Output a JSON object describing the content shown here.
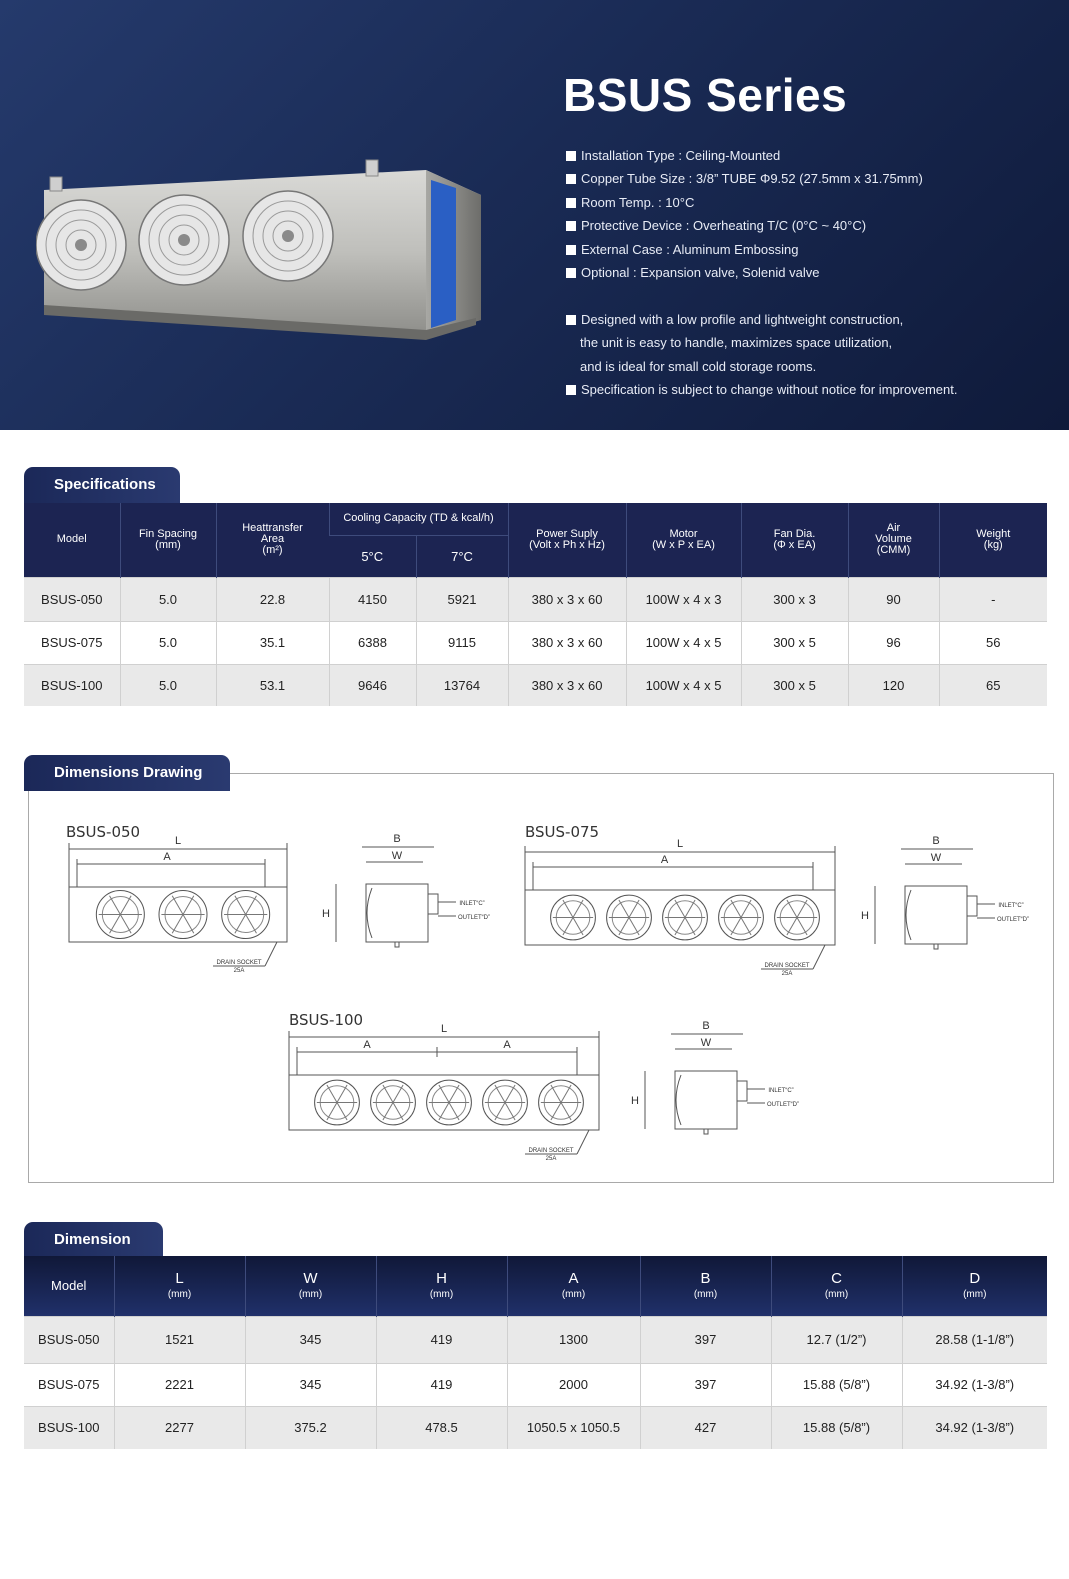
{
  "hero": {
    "title": "BSUS Series",
    "features": [
      "Installation Type : Ceiling-Mounted",
      "Copper Tube Size : 3/8” TUBE Φ9.52 (27.5mm x 31.75mm)",
      "Room Temp. : 10°C",
      "Protective Device : Overheating T/C (0°C ~ 40°C)",
      "External Case : Aluminum Embossing",
      "Optional : Expansion valve, Solenid valve"
    ],
    "notes": [
      "Designed with a low profile and lightweight construction,",
      "the unit is easy to handle, maximizes space utilization,",
      "and is ideal for small cold storage rooms.",
      "Specification is subject to change without notice for improvement."
    ]
  },
  "specifications": {
    "tab": "Specifications",
    "headers": {
      "model": "Model",
      "fin": [
        "Fin Spacing",
        "(mm)"
      ],
      "heat": [
        "Heattransfer",
        "Area",
        "(m²)"
      ],
      "cooling": "Cooling Capacity (TD & kcal/h)",
      "c5": "5°C",
      "c7": "7°C",
      "power": [
        "Power Suply",
        "(Volt x Ph x Hz)"
      ],
      "motor": [
        "Motor",
        "(W x P x EA)"
      ],
      "fan": [
        "Fan Dia.",
        "(Φ x EA)"
      ],
      "air": [
        "Air",
        "Volume",
        "(CMM)"
      ],
      "weight": [
        "Weight",
        "(kg)"
      ]
    },
    "rows": [
      [
        "BSUS-050",
        "5.0",
        "22.8",
        "4150",
        "5921",
        "380 x 3 x 60",
        "100W x 4 x 3",
        "300 x 3",
        "90",
        "-"
      ],
      [
        "BSUS-075",
        "5.0",
        "35.1",
        "6388",
        "9115",
        "380 x 3 x 60",
        "100W x 4 x 5",
        "300 x 5",
        "96",
        "56"
      ],
      [
        "BSUS-100",
        "5.0",
        "53.1",
        "9646",
        "13764",
        "380 x 3 x 60",
        "100W x 4 x 5",
        "300 x 5",
        "120",
        "65"
      ]
    ]
  },
  "drawings": {
    "tab": "Dimensions Drawing",
    "models": [
      "BSUS-050",
      "BSUS-075",
      "BSUS-100"
    ],
    "labels": {
      "L": "L",
      "A": "A",
      "B": "B",
      "W": "W",
      "H": "H",
      "inlet": "INLET“C”",
      "outlet": "OUTLET“D”",
      "drain1": "DRAIN SOCKET",
      "drain2": "25A"
    }
  },
  "dimension": {
    "tab": "Dimension",
    "headers": [
      {
        "name": "Model",
        "unit": ""
      },
      {
        "name": "L",
        "unit": "(mm)"
      },
      {
        "name": "W",
        "unit": "(mm)"
      },
      {
        "name": "H",
        "unit": "(mm)"
      },
      {
        "name": "A",
        "unit": "(mm)"
      },
      {
        "name": "B",
        "unit": "(mm)"
      },
      {
        "name": "C",
        "unit": "(mm)"
      },
      {
        "name": "D",
        "unit": "(mm)"
      }
    ],
    "rows": [
      [
        "BSUS-050",
        "1521",
        "345",
        "419",
        "1300",
        "397",
        "12.7 (1/2”)",
        "28.58 (1-1/8”)"
      ],
      [
        "BSUS-075",
        "2221",
        "345",
        "419",
        "2000",
        "397",
        "15.88 (5/8”)",
        "34.92 (1-3/8”)"
      ],
      [
        "BSUS-100",
        "2277",
        "375.2",
        "478.5",
        "1050.5 x 1050.5",
        "427",
        "15.88 (5/8”)",
        "34.92 (1-3/8”)"
      ]
    ]
  }
}
